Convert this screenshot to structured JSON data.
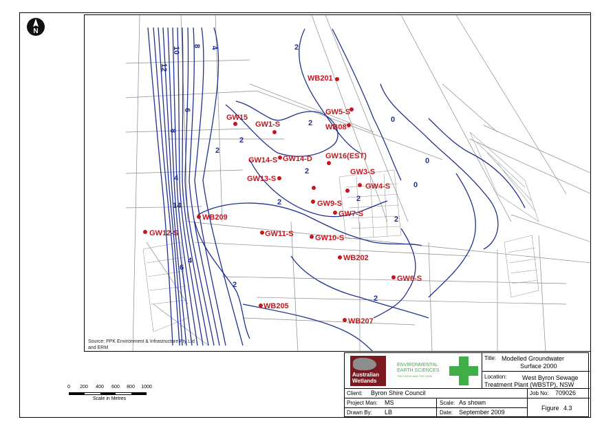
{
  "map": {
    "source_line1": "Source: PPK Environment & Infrastructure Pty Ltd",
    "source_line2": "and ERM",
    "contour_labels": [
      "2",
      "4",
      "6",
      "8",
      "10",
      "12",
      "14",
      "2",
      "4",
      "2",
      "2",
      "2",
      "2",
      "2",
      "0",
      "0",
      "0",
      "2",
      "2",
      "2",
      "6",
      "4",
      "8"
    ],
    "wells": [
      {
        "id": "WB201"
      },
      {
        "id": "GW5-S"
      },
      {
        "id": "WB08"
      },
      {
        "id": "GW15"
      },
      {
        "id": "GW1-S"
      },
      {
        "id": "GW16(EST)"
      },
      {
        "id": "GW14-S"
      },
      {
        "id": "GW14-D"
      },
      {
        "id": "GW3-S"
      },
      {
        "id": "GW13-S"
      },
      {
        "id": "GW4-S"
      },
      {
        "id": "GW9-S"
      },
      {
        "id": "GW7-S"
      },
      {
        "id": "WB209"
      },
      {
        "id": "GW12-S"
      },
      {
        "id": "GW11-S"
      },
      {
        "id": "GW10-S"
      },
      {
        "id": "WB202"
      },
      {
        "id": "GW6-S"
      },
      {
        "id": "WB205"
      },
      {
        "id": "WB207"
      }
    ],
    "colors": {
      "contour": "#1f2f8f",
      "well": "#c4161c",
      "base": "#8a8a8a"
    }
  },
  "north_arrow": {
    "letter": "N"
  },
  "scale": {
    "ticks": [
      "0",
      "200",
      "400",
      "600",
      "800",
      "1000"
    ],
    "caption": "Scale in Metres"
  },
  "titleblock": {
    "logo1_line1": "Australian",
    "logo1_line2": "Wetlands",
    "logo2_line1": "ENVIRONMENTAL",
    "logo2_line2": "EARTH SCIENCES",
    "logo2_tagline": "THE KNOW AND THE HOW",
    "title_label": "Title:",
    "title_line1": "Modelled Groundwater",
    "title_line2": "Surface 2000",
    "location_label": "Location:",
    "location_line1": "West Byron Sewage",
    "location_line2": "Treatment Plant (WBSTP), NSW",
    "client_label": "Client:",
    "client_value": "Byron Shire Council",
    "job_label": "Job No:",
    "job_value": "709026",
    "pm_label": "Project Man:",
    "pm_value": "MS",
    "scale_label": "Scale:",
    "scale_value": "As shown",
    "drawn_label": "Drawn By:",
    "drawn_value": "LB",
    "date_label": "Date:",
    "date_value": "September 2009",
    "figure_label": "Figure",
    "figure_value": "4.3"
  }
}
